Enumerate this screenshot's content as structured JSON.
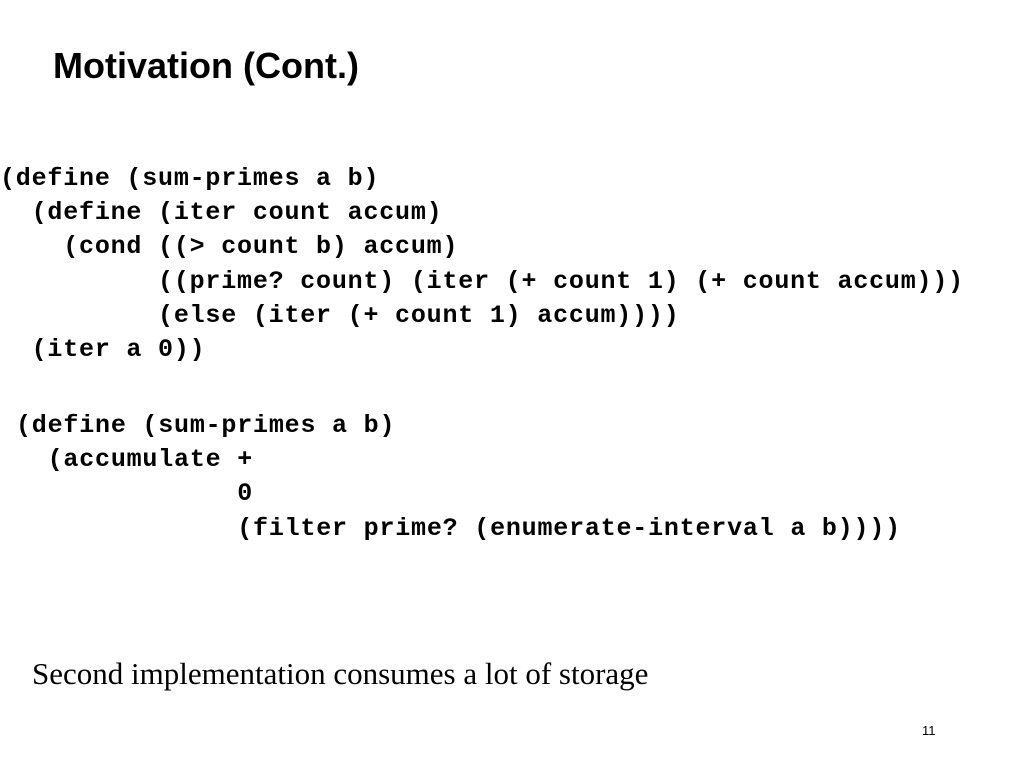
{
  "slide": {
    "title": "Motivation (Cont.)",
    "code_block_1": [
      "(define (sum-primes a b)",
      "  (define (iter count accum)",
      "    (cond ((> count b) accum)",
      "          ((prime? count) (iter (+ count 1) (+ count accum)))",
      "          (else (iter (+ count 1) accum))))",
      "  (iter a 0))"
    ],
    "code_block_2": [
      "(define (sum-primes a b)",
      "  (accumulate +",
      "              0",
      "              (filter prime? (enumerate-interval a b))))"
    ],
    "caption": "Second implementation consumes a lot of storage",
    "page_number": "11"
  }
}
